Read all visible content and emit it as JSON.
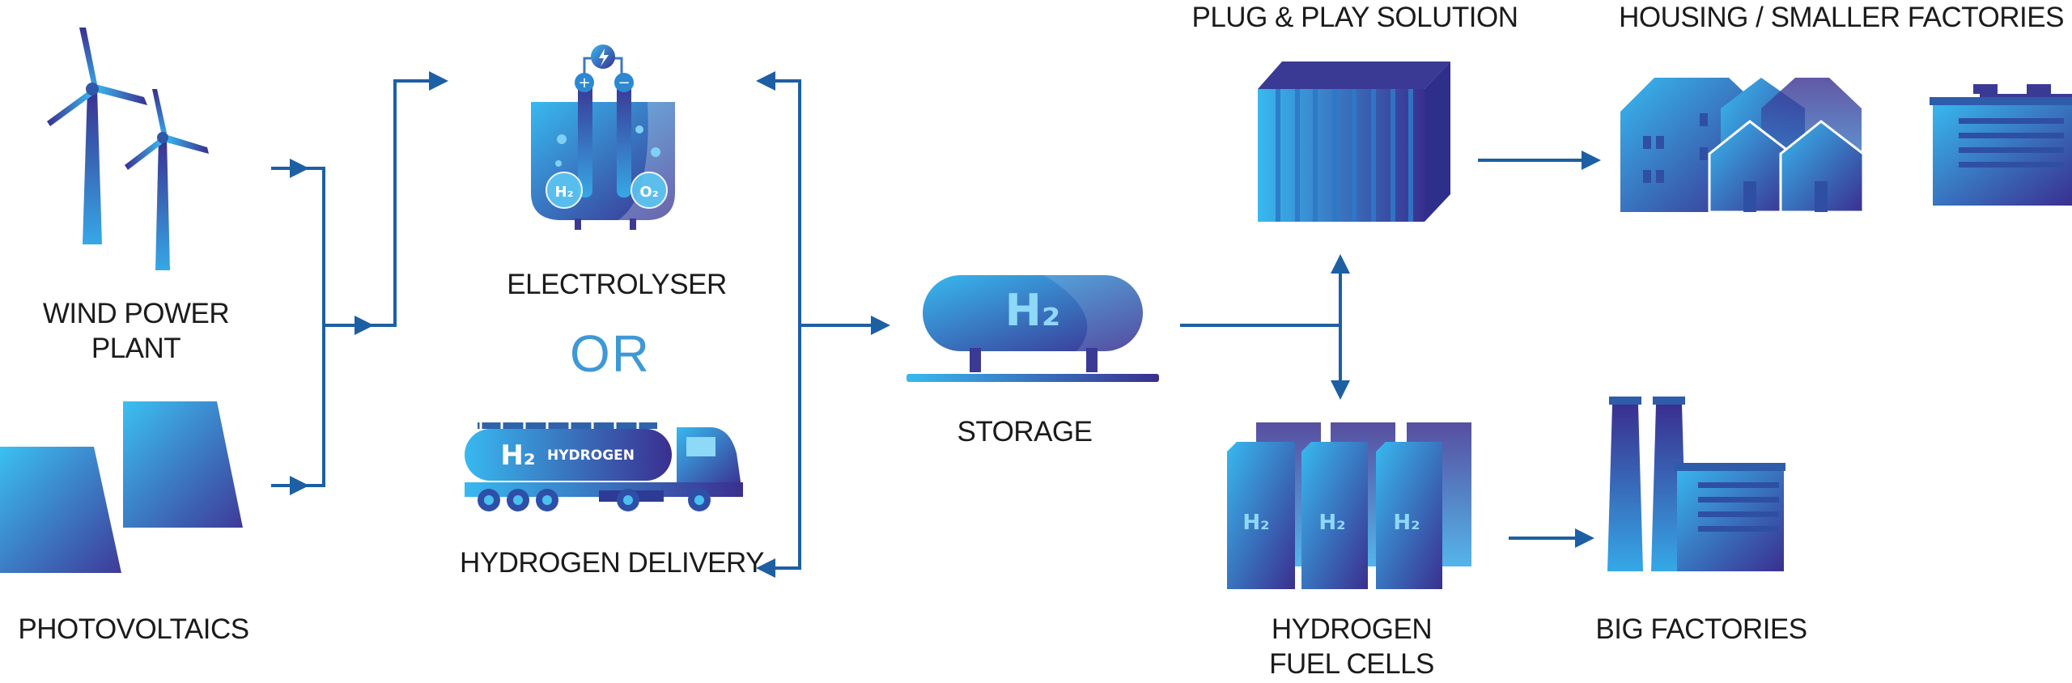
{
  "labels": {
    "wind_power_plant_line1": "WIND POWER",
    "wind_power_plant_line2": "PLANT",
    "photovoltaics": "PHOTOVOLTAICS",
    "electrolyser": "ELECTROLYSER",
    "or": "OR",
    "hydrogen_delivery": "HYDROGEN DELIVERY",
    "storage": "STORAGE",
    "plug_and_play": "PLUG & PLAY SOLUTION",
    "housing": "HOUSING / SMALLER FACTORIES",
    "fuel_cells_line1": "HYDROGEN",
    "fuel_cells_line2": "FUEL CELLS",
    "big_factories": "BIG FACTORIES"
  },
  "icon_text": {
    "h2": "H₂",
    "o2": "O₂",
    "truck_h2": "H₂",
    "truck_word": "HYDROGEN",
    "storage_h2": "H₂",
    "cell_h2": "H₂"
  },
  "colors": {
    "arrow": "#1d5fa3",
    "gradient_light": "#35b2ec",
    "gradient_dark": "#372d8e",
    "text": "#1b1b1b",
    "or_gradient_start": "#3f98d6",
    "or_gradient_end": "#3a3490"
  }
}
